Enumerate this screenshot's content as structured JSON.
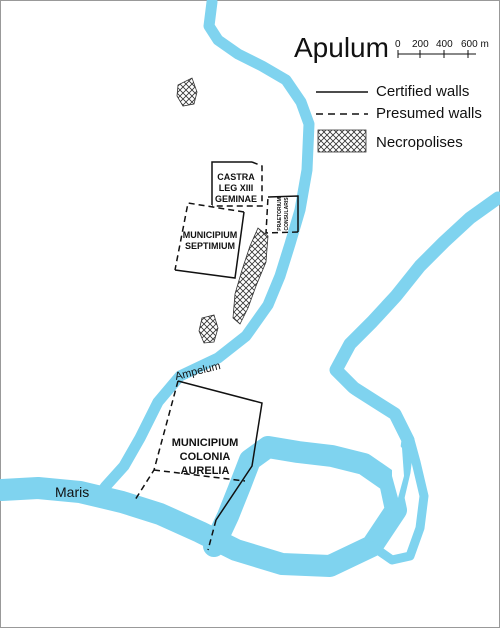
{
  "title": "Apulum",
  "scale": {
    "ticks": [
      "0",
      "200",
      "400",
      "600 m"
    ]
  },
  "legend": {
    "certified": "Certified walls",
    "presumed": "Presumed walls",
    "necropolises": "Necropolises"
  },
  "rivers": {
    "maris": "Maris",
    "ampelum": "Ampelum"
  },
  "areas": {
    "castra": [
      "CASTRA",
      "LEG XIII",
      "GEMINAE"
    ],
    "praetorium": [
      "PRAETORIUM",
      "CONSULARIS"
    ],
    "septimium": [
      "MUNICIPIUM",
      "SEPTIMIUM"
    ],
    "aurelia": [
      "MUNICIPIUM",
      "COLONIA",
      "AURELIA"
    ]
  },
  "colors": {
    "water": "#7fd3ef",
    "walls": "#111111",
    "background": "#ffffff"
  }
}
